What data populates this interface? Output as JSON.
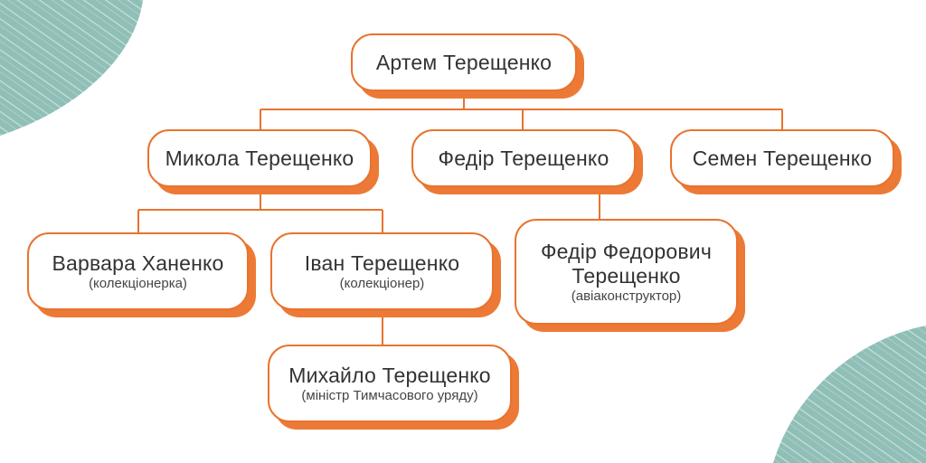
{
  "colors": {
    "accent": "#e8732e",
    "shadow": "#ec7a36",
    "decor": "#8fbfb7",
    "text": "#333333"
  },
  "tree": {
    "root": {
      "name": "Артем Терещенко",
      "role": ""
    },
    "children": [
      {
        "name": "Микола Терещенко",
        "role": ""
      },
      {
        "name": "Федір Терещенко",
        "role": ""
      },
      {
        "name": "Семен Терещенко",
        "role": ""
      }
    ],
    "grandchildren": [
      {
        "name": "Варвара Ханенко",
        "role": "(колекціонерка)"
      },
      {
        "name": "Іван Терещенко",
        "role": "(колекціонер)"
      },
      {
        "name": "Федір Федорович\nТерещенко",
        "role": "(авіаконструктор)"
      }
    ],
    "great_grandchildren": [
      {
        "name": "Михайло Терещенко",
        "role": "(міністр Тимчасового уряду)"
      }
    ]
  }
}
